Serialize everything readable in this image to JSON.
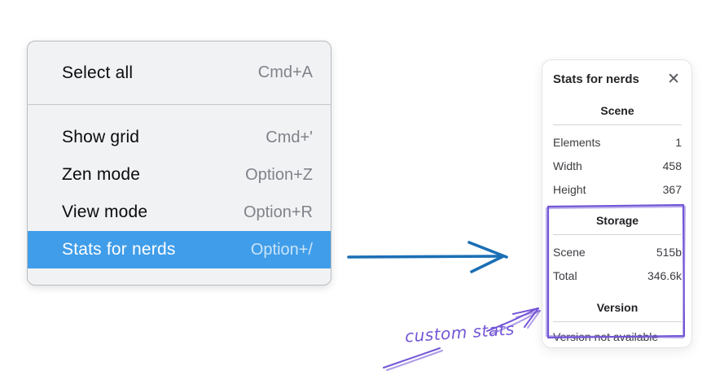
{
  "menu": {
    "items": [
      {
        "label": "Select all",
        "shortcut": "Cmd+A",
        "active": false
      },
      {
        "label": "Show grid",
        "shortcut": "Cmd+'",
        "active": false
      },
      {
        "label": "Zen mode",
        "shortcut": "Option+Z",
        "active": false
      },
      {
        "label": "View mode",
        "shortcut": "Option+R",
        "active": false
      },
      {
        "label": "Stats for nerds",
        "shortcut": "Option+/",
        "active": true
      }
    ]
  },
  "panel": {
    "title": "Stats for nerds",
    "close_glyph": "✕",
    "scene": {
      "header": "Scene",
      "rows": [
        {
          "label": "Elements",
          "value": "1"
        },
        {
          "label": "Width",
          "value": "458"
        },
        {
          "label": "Height",
          "value": "367"
        }
      ]
    },
    "storage": {
      "header": "Storage",
      "rows": [
        {
          "label": "Scene",
          "value": "515b"
        },
        {
          "label": "Total",
          "value": "346.6k"
        }
      ]
    },
    "version": {
      "header": "Version",
      "note": "Version not available"
    }
  },
  "annotation": {
    "label": "custom stats"
  },
  "colors": {
    "menu_highlight": "#409de9",
    "menu_background": "#f1f2f4",
    "arrow_blue": "#1b6fb5",
    "annotation_purple": "#7456d6"
  }
}
